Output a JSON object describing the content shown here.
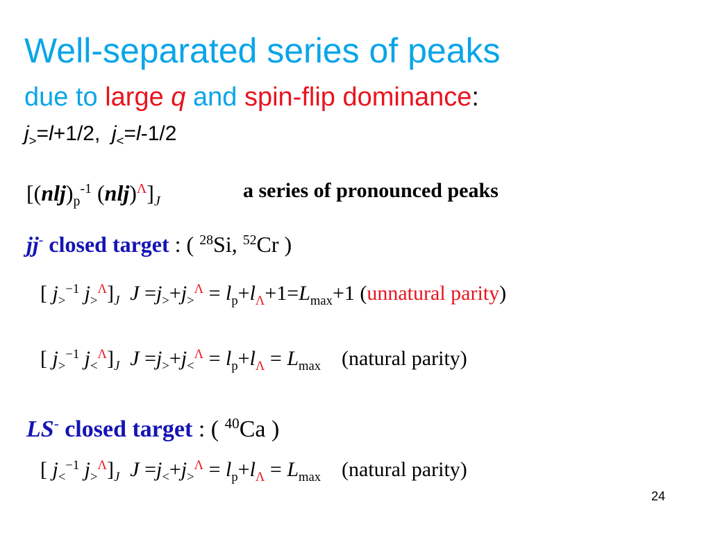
{
  "slide": {
    "title": "Well-separated series of peaks",
    "subtitle": {
      "part1": "due to ",
      "part2": "large ",
      "q": "q",
      "part3": " and ",
      "part4": "spin-flip dominance",
      "colon": ":"
    },
    "jdef": {
      "j1": "j",
      "gt": ">",
      "eq1": "=",
      "l1": "l",
      "plus_half": "+1/2,",
      "j2": "j",
      "lt": "<",
      "eq2": "=",
      "l2": "l",
      "minus_half": "-1/2"
    },
    "config": {
      "open": "[(",
      "nlj1": "nlj",
      "close1": ")",
      "sub_p": "p",
      "sup_m1": "-1",
      "paren_open": " (",
      "nlj2": "nlj",
      "paren_close": ")",
      "lambda": "Λ",
      "bracket_close": "]",
      "sub_J": "J"
    },
    "series_text": "a series of pronounced peaks",
    "jj_line": {
      "jj": "jj",
      "dash": "-",
      "label": " closed target",
      "colon": " : ( ",
      "mass1": "28",
      "el1": "Si, ",
      "mass2": "52",
      "el2": "Cr )"
    },
    "row1": {
      "open": "[ ",
      "j1": "j",
      "s1": ">",
      "sup1": "−1",
      "j2": " j",
      "s2": ">",
      "lam": "Λ",
      "close": "]",
      "subJ": "J",
      "Jeq": "J",
      "eq": " =",
      "j3": "j",
      "s3": ">",
      "plus": "+",
      "j4": "j",
      "s4": ">",
      "lam2": "Λ",
      "eq2": " = ",
      "l1": "l",
      "sp": "p",
      "plus2": "+",
      "l2": "l",
      "lam3": "Λ",
      "tail": "+1=",
      "L": "L",
      "max": "max",
      "plusone": "+1 (",
      "parity": "unnatural parity",
      "end": ")"
    },
    "row2": {
      "open": "[ ",
      "j1": "j",
      "s1": ">",
      "sup1": "−1",
      "j2": " j",
      "s2": "<",
      "lam": "Λ",
      "close": "]",
      "subJ": "J",
      "Jeq": "J",
      "eq": " =",
      "j3": "j",
      "s3": ">",
      "plus": "+",
      "j4": "j",
      "s4": "<",
      "lam2": "Λ",
      "eq2": " = ",
      "l1": "l",
      "sp": "p",
      "plus2": "+",
      "l2": "l",
      "lam3": "Λ",
      "eq3": " = ",
      "L": "L",
      "max": "max",
      "parity": "(natural parity)"
    },
    "ls_line": {
      "ls": "LS",
      "dash": "-",
      "label": " closed target",
      "colon": " : ( ",
      "mass": "40",
      "el": "Ca )"
    },
    "row3": {
      "open": "[ ",
      "j1": "j",
      "s1": "<",
      "sup1": "−1",
      "j2": " j",
      "s2": ">",
      "lam": "Λ",
      "close": "]",
      "subJ": "J",
      "Jeq": "J",
      "eq": " =",
      "j3": "j",
      "s3": "<",
      "plus": "+",
      "j4": "j",
      "s4": ">",
      "lam2": "Λ",
      "eq2": " = ",
      "l1": "l",
      "sp": "p",
      "plus2": "+",
      "l2": "l",
      "lam3": "Λ",
      "eq3": " = ",
      "L": "L",
      "max": "max",
      "parity": "(natural parity)"
    },
    "page_number": "24",
    "colors": {
      "title": "#0aa5e8",
      "highlight": "#e8141e",
      "heading": "#1414b4"
    }
  }
}
